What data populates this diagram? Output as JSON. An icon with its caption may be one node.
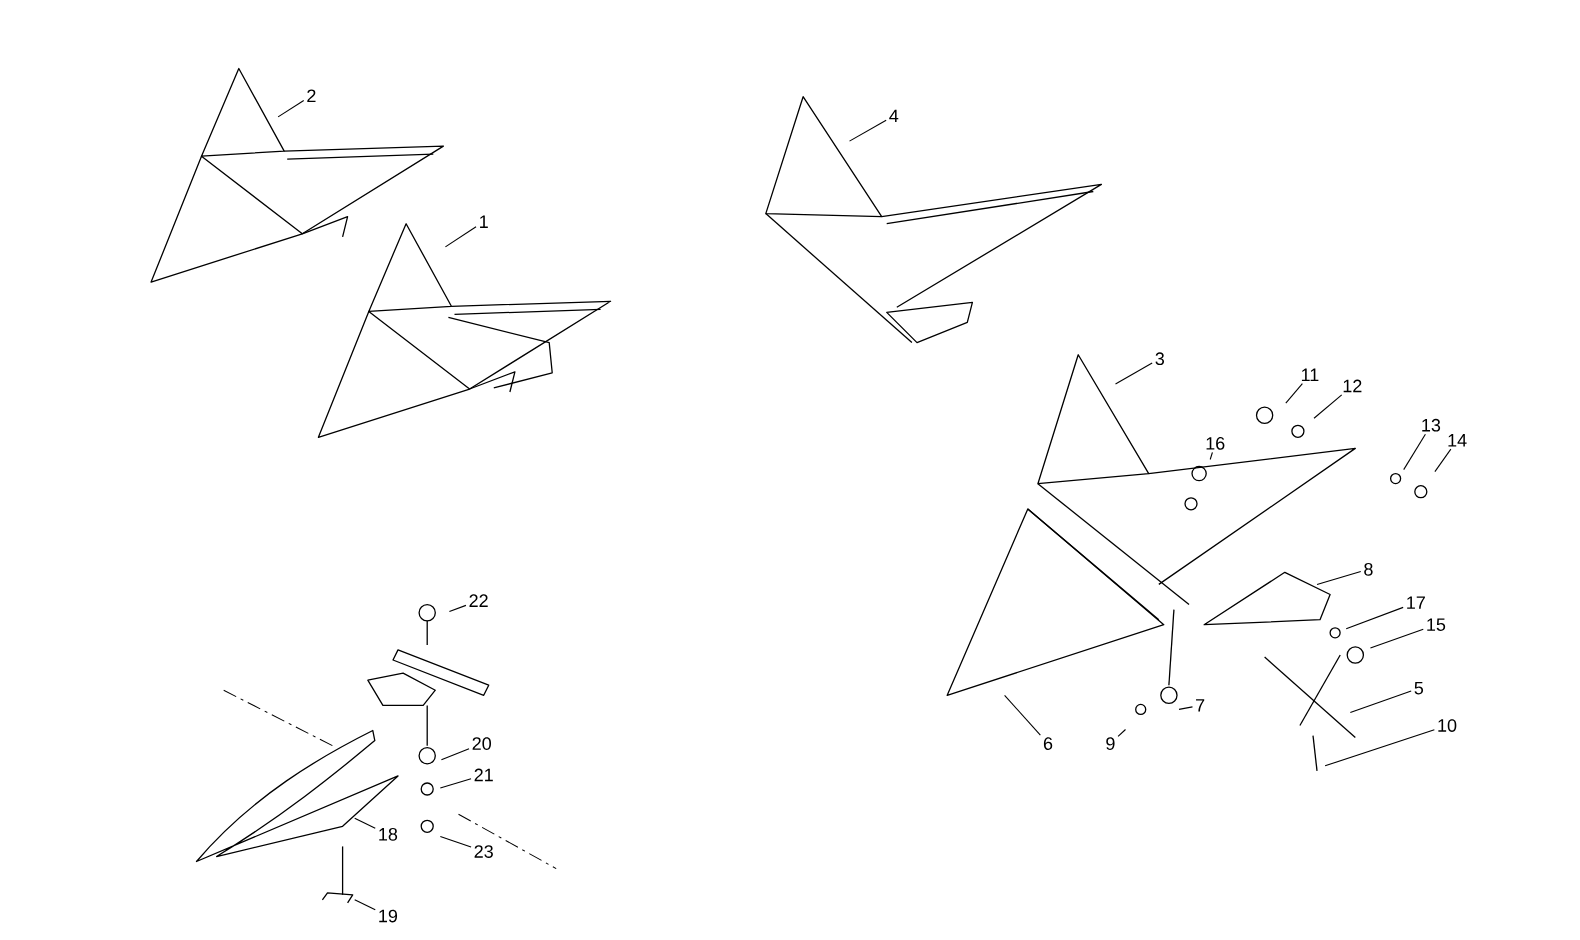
{
  "diagram": {
    "nodes": [
      {
        "text": [
          "2"
        ]
      },
      {
        "text": [
          "4"
        ]
      },
      {
        "text": [
          "1"
        ]
      },
      {
        "text": [
          "3"
        ]
      },
      {
        "text": [
          "11"
        ]
      },
      {
        "text": [
          "12"
        ]
      },
      {
        "text": [
          "13"
        ]
      },
      {
        "text": [
          "14"
        ]
      },
      {
        "text": [
          "16"
        ]
      },
      {
        "text": [
          "8"
        ]
      },
      {
        "text": [
          "22"
        ]
      },
      {
        "text": [
          "17"
        ]
      },
      {
        "text": [
          "15"
        ]
      },
      {
        "text": [
          "5"
        ]
      },
      {
        "text": [
          "7"
        ]
      },
      {
        "text": [
          "10"
        ]
      },
      {
        "text": [
          "20"
        ]
      },
      {
        "text": [
          "6"
        ]
      },
      {
        "text": [
          "9"
        ]
      },
      {
        "text": [
          "21"
        ]
      },
      {
        "text": [
          "18"
        ]
      },
      {
        "text": [
          "23"
        ]
      },
      {
        "text": [
          "19"
        ]
      }
    ],
    "edges": [
      {
        "from": 0,
        "to": null,
        "arrow": "none"
      },
      {
        "from": 1,
        "to": null,
        "arrow": "none"
      },
      {
        "from": 2,
        "to": null,
        "arrow": "none"
      },
      {
        "from": 3,
        "to": null,
        "arrow": "none"
      },
      {
        "from": 4,
        "to": null,
        "arrow": "none"
      },
      {
        "from": 5,
        "to": null,
        "arrow": "none"
      },
      {
        "from": 6,
        "to": null,
        "arrow": "none"
      },
      {
        "from": 7,
        "to": null,
        "arrow": "none"
      },
      {
        "from": 8,
        "to": null,
        "arrow": "none"
      },
      {
        "from": 9,
        "to": null,
        "arrow": "none"
      },
      {
        "from": 10,
        "to": null,
        "arrow": "none"
      },
      {
        "from": 11,
        "to": null,
        "arrow": "none"
      },
      {
        "from": 12,
        "to": null,
        "arrow": "none"
      },
      {
        "from": 13,
        "to": null,
        "arrow": "none"
      },
      {
        "from": 14,
        "to": null,
        "arrow": "none"
      },
      {
        "from": 15,
        "to": null,
        "arrow": "none"
      },
      {
        "from": 16,
        "to": null,
        "arrow": "none"
      },
      {
        "from": 17,
        "to": null,
        "arrow": "none"
      },
      {
        "from": 18,
        "to": null,
        "arrow": "none"
      },
      {
        "from": 19,
        "to": null,
        "arrow": "none"
      },
      {
        "from": 20,
        "to": null,
        "arrow": "none"
      },
      {
        "from": 21,
        "to": null,
        "arrow": "none"
      },
      {
        "from": 22,
        "to": null,
        "arrow": "none"
      }
    ]
  }
}
